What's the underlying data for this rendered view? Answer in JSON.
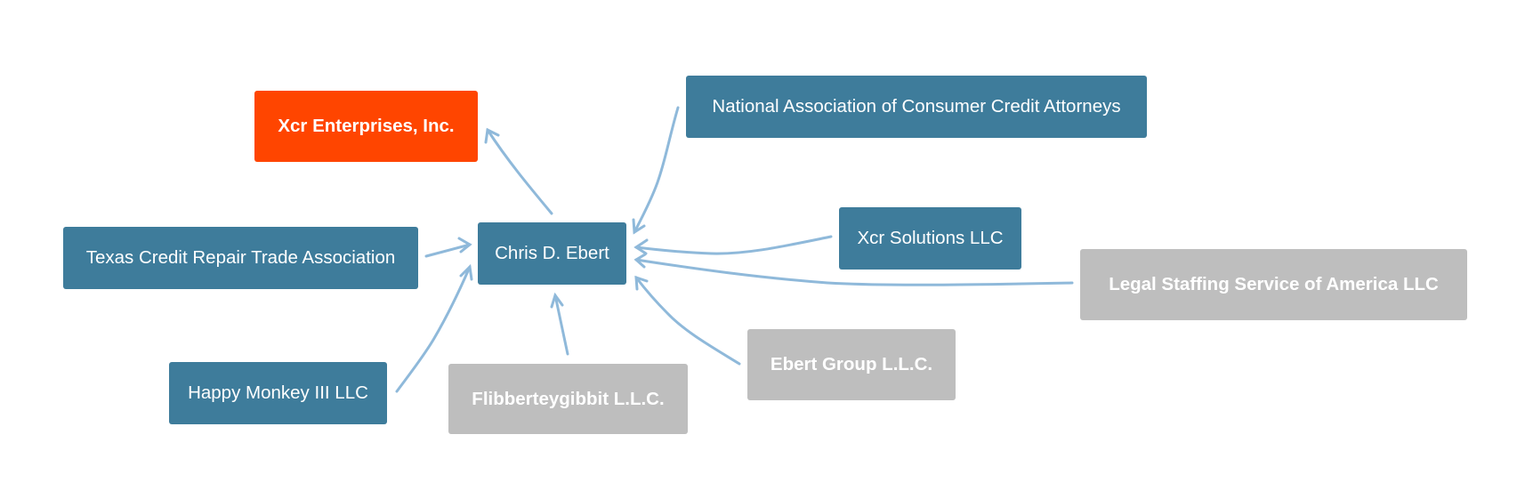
{
  "diagram": {
    "nodes": [
      {
        "id": "xcr-ent",
        "label": "Xcr Enterprises, Inc.",
        "status": "focus"
      },
      {
        "id": "nacca",
        "label": "National Association of Consumer Credit Attorneys",
        "status": "active"
      },
      {
        "id": "ebert",
        "label": "Chris D. Ebert",
        "status": "active"
      },
      {
        "id": "texas",
        "label": "Texas Credit Repair Trade Association",
        "status": "active"
      },
      {
        "id": "xcr-sol",
        "label": "Xcr Solutions LLC",
        "status": "active"
      },
      {
        "id": "legal",
        "label": "Legal Staffing Service of America LLC",
        "status": "inactive"
      },
      {
        "id": "happy",
        "label": "Happy Monkey III LLC",
        "status": "active"
      },
      {
        "id": "flibb",
        "label": "Flibberteygibbit L.L.C.",
        "status": "inactive"
      },
      {
        "id": "ebgroup",
        "label": "Ebert Group L.L.C.",
        "status": "inactive"
      }
    ],
    "edges": [
      {
        "from": "ebert",
        "to": "xcr-ent"
      },
      {
        "from": "nacca",
        "to": "ebert"
      },
      {
        "from": "texas",
        "to": "ebert"
      },
      {
        "from": "xcr-sol",
        "to": "ebert"
      },
      {
        "from": "legal",
        "to": "ebert"
      },
      {
        "from": "happy",
        "to": "ebert"
      },
      {
        "from": "flibb",
        "to": "ebert"
      },
      {
        "from": "ebgroup",
        "to": "ebert"
      }
    ],
    "colors": {
      "active_node": "#3e7c9b",
      "focus_node": "#ff4500",
      "inactive_node": "#bebebe",
      "edge": "#8fb9da",
      "label": "#ffffff",
      "background": "#ffffff"
    }
  }
}
